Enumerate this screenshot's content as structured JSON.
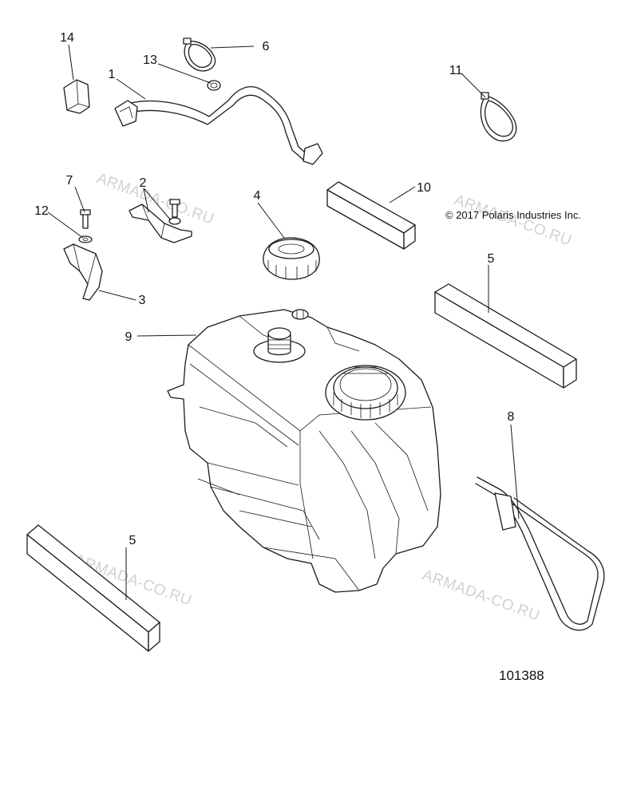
{
  "copyright": "© 2017 Polaris Industries Inc.",
  "diagram_number": "101388",
  "watermark": "ARMADA-CO.RU",
  "callouts": {
    "c1": "1",
    "c2": "2",
    "c3": "3",
    "c4": "4",
    "c5a": "5",
    "c5b": "5",
    "c6": "6",
    "c7": "7",
    "c8": "8",
    "c9": "9",
    "c10": "10",
    "c11": "11",
    "c12": "12",
    "c13": "13",
    "c14": "14"
  }
}
